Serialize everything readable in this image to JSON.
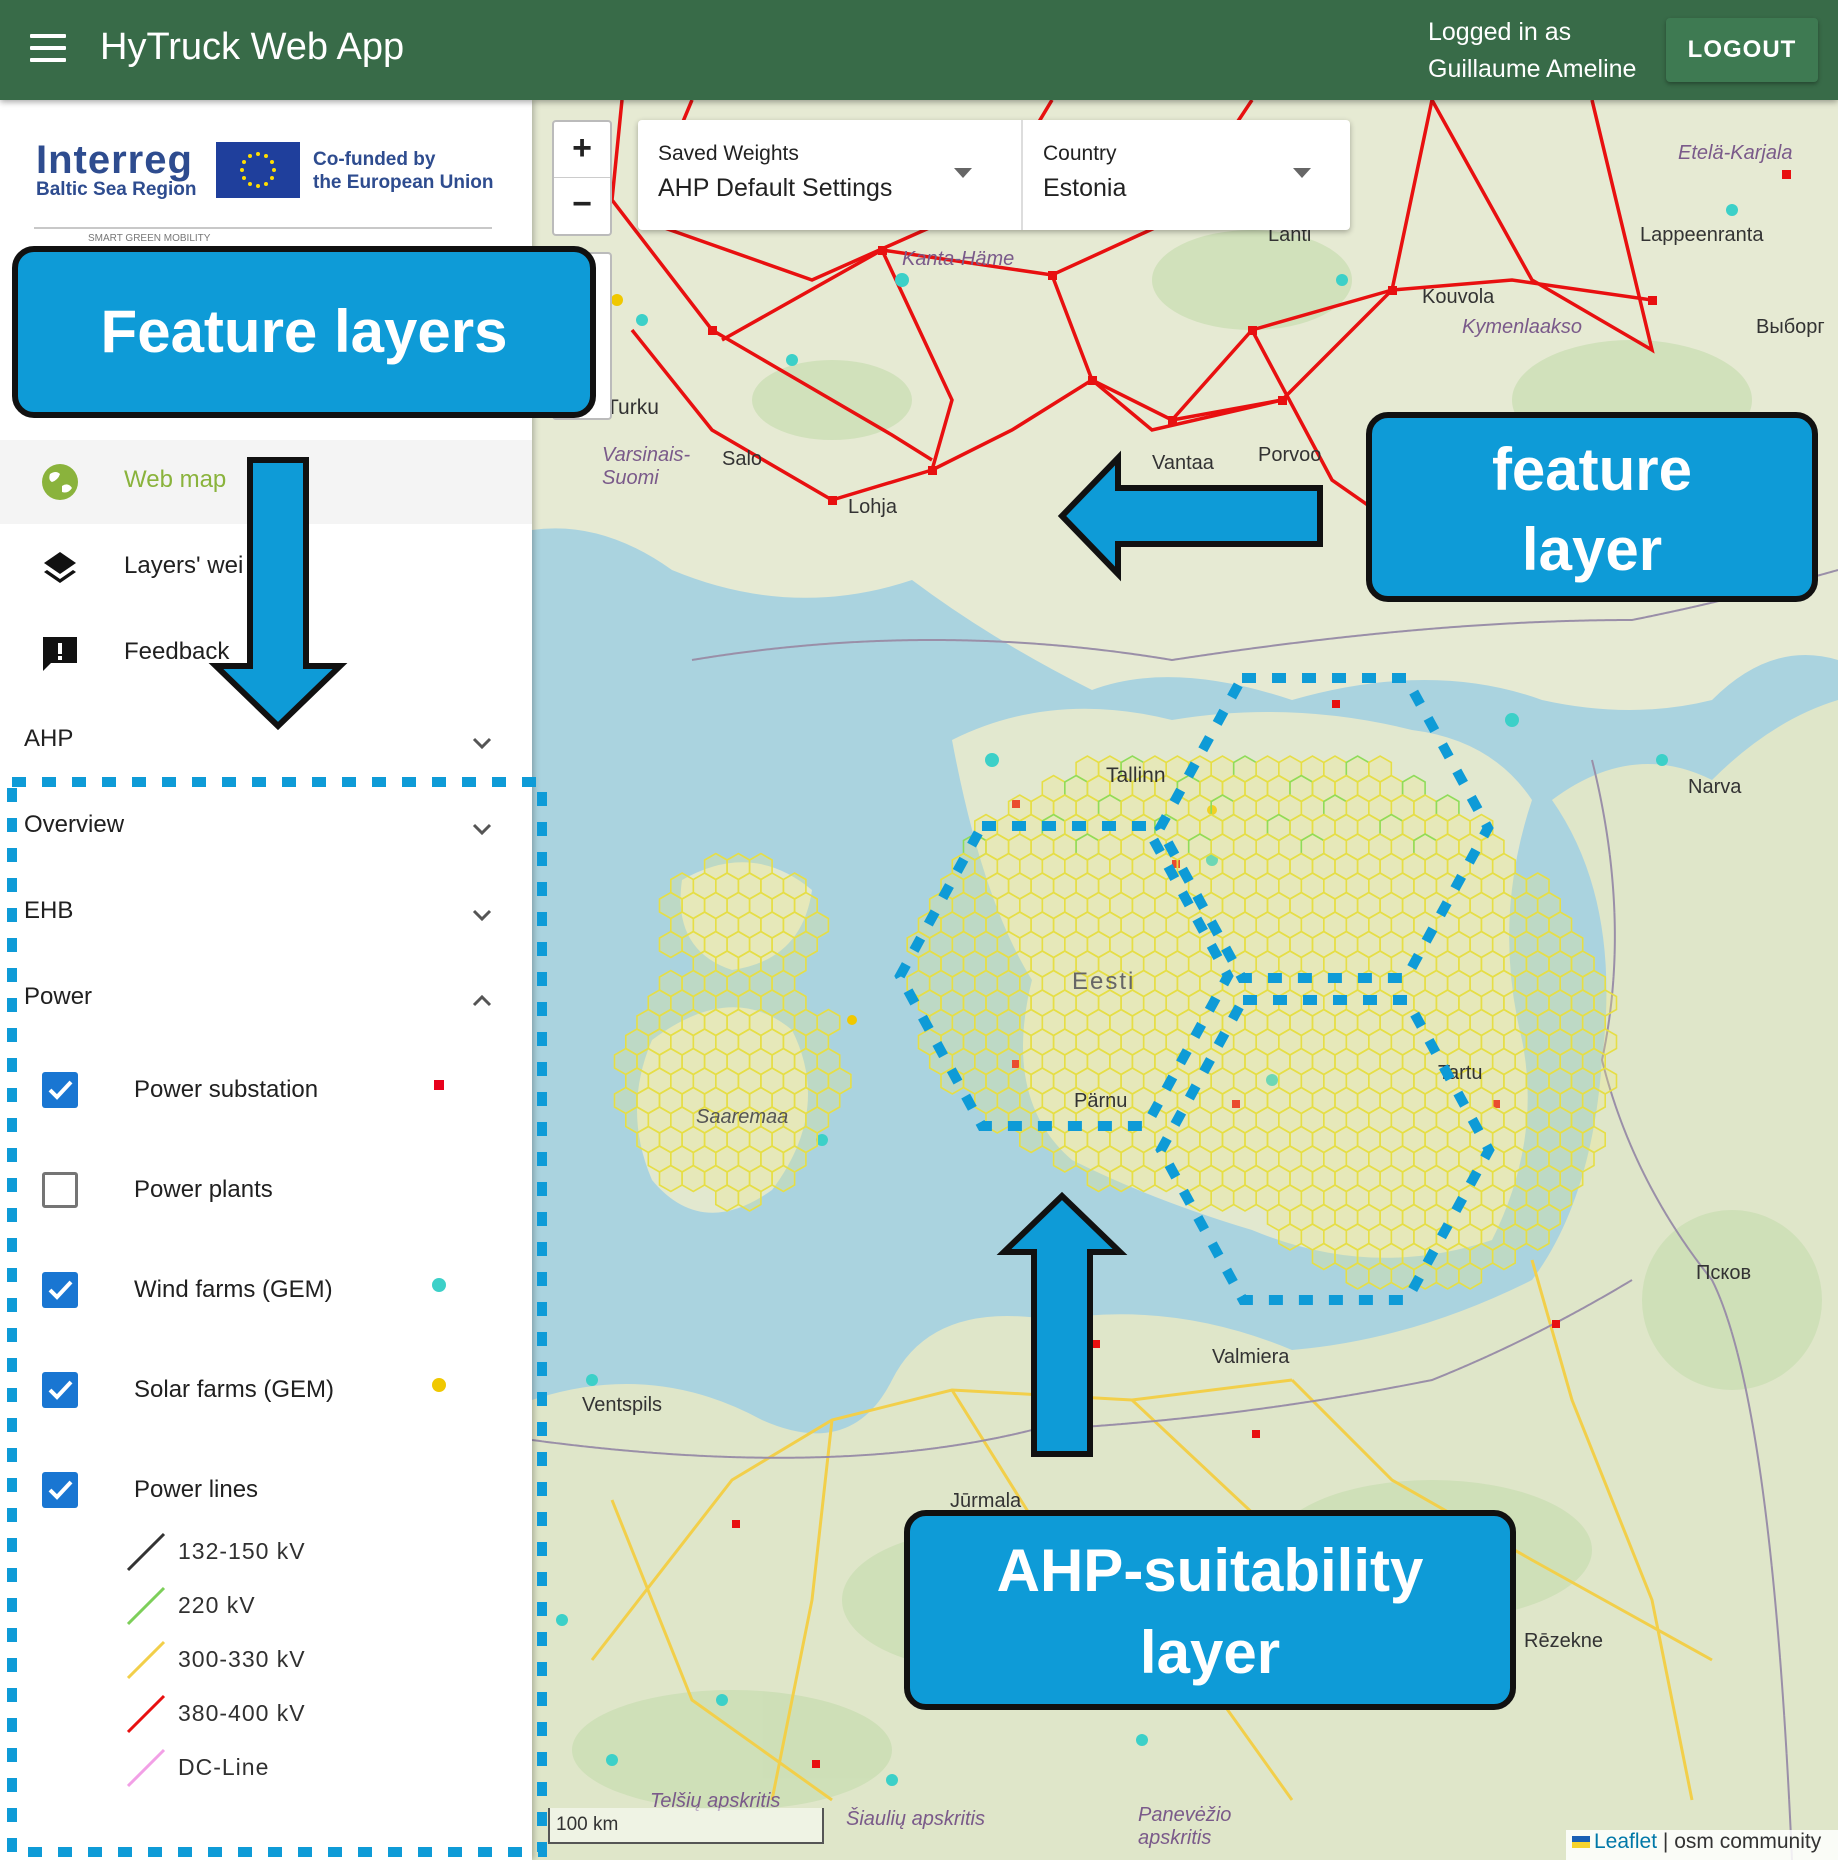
{
  "header": {
    "app_title": "HyTruck Web App",
    "logged_in_line1": "Logged in as",
    "logged_in_user": "Guillaume Ameline",
    "logout_label": "LOGOUT"
  },
  "logos": {
    "interreg": "Interreg",
    "region": "Baltic Sea Region",
    "eu_line1": "Co-funded by",
    "eu_line2": "the European Union",
    "tagline": "SMART GREEN MOBILITY"
  },
  "nav": [
    {
      "label": "Web map",
      "icon": "globe-icon",
      "active": true
    },
    {
      "label": "Layers' wei",
      "icon": "layers-icon"
    },
    {
      "label": "Feedback",
      "icon": "feedback-icon"
    }
  ],
  "accordions": {
    "ahp": "AHP",
    "overview": "Overview",
    "ehb": "EHB",
    "power": "Power"
  },
  "power_layers": [
    {
      "label": "Power substation",
      "checked": true,
      "color": "#e8001c"
    },
    {
      "label": "Power plants",
      "checked": false
    },
    {
      "label": "Wind farms (GEM)",
      "checked": true,
      "color": "#3cd0c8"
    },
    {
      "label": "Solar farms (GEM)",
      "checked": true,
      "color": "#f0c800"
    },
    {
      "label": "Power lines",
      "checked": true
    }
  ],
  "power_line_legend": [
    {
      "label": "132-150 kV",
      "color": "#333333"
    },
    {
      "label": "220 kV",
      "color": "#7dcf5a"
    },
    {
      "label": "300-330 kV",
      "color": "#f2cf4a"
    },
    {
      "label": "380-400 kV",
      "color": "#e81010"
    },
    {
      "label": "DC-Line",
      "color": "#f2a0e6"
    }
  ],
  "map": {
    "saved_weights_caption": "Saved Weights",
    "saved_weights_value": "AHP Default Settings",
    "country_caption": "Country",
    "country_value": "Estonia",
    "zoom_in": "+",
    "zoom_out": "−",
    "scale": "100 km",
    "attribution_leaflet": "Leaflet",
    "attribution_rest": "| osm community",
    "labels": [
      "Turku",
      "Varsinais-Suomi",
      "Salo",
      "Lohja",
      "Kanta-Häme",
      "Lanti",
      "Kouvola",
      "Kymenlaakso",
      "Lappeenranta",
      "Etelä-Karjala",
      "Выборг",
      "Porvoo",
      "Vantaa",
      "Tallinn",
      "Narva",
      "Eesti",
      "Pärnu",
      "Tartu",
      "Saaremaa",
      "Valmiera",
      "Псков",
      "Ventspils",
      "Jūrmala",
      "Rēzekne",
      "Telšių apskritis",
      "Šiaulių apskritis",
      "Panevėžio apskritis"
    ]
  },
  "callouts": {
    "feature_layers": "Feature layers",
    "feature_layer_line1": "feature",
    "feature_layer_line2": "layer",
    "ahp_line1": "AHP-suitability",
    "ahp_line2": "layer"
  }
}
